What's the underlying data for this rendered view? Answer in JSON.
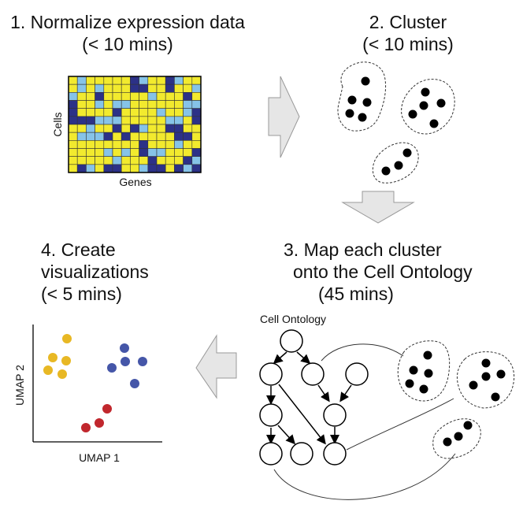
{
  "steps": {
    "normalize": {
      "line1": "1. Normalize expression data",
      "line2": "(< 10 mins)"
    },
    "cluster": {
      "line1": "2. Cluster",
      "line2": "(< 10 mins)"
    },
    "map": {
      "line1": "3. Map each cluster",
      "line2": "onto the Cell Ontology",
      "line3": "(45 mins)"
    },
    "visualize": {
      "line1": "4. Create",
      "line2": "visualizations",
      "line3": "(< 5 mins)"
    }
  },
  "heatmap": {
    "rows_label": "Cells",
    "cols_label": "Genes",
    "rows": 12,
    "cols": 15,
    "colors": {
      "yellow": "#f2ea2e",
      "light_blue": "#86c3e8",
      "dark_blue": "#2c3187"
    }
  },
  "ontology": {
    "title": "Cell Ontology"
  },
  "umap": {
    "xlabel": "UMAP 1",
    "ylabel": "UMAP 2",
    "colors": {
      "yellow": "#e8b824",
      "blue": "#4556a8",
      "red": "#c1272d"
    }
  }
}
